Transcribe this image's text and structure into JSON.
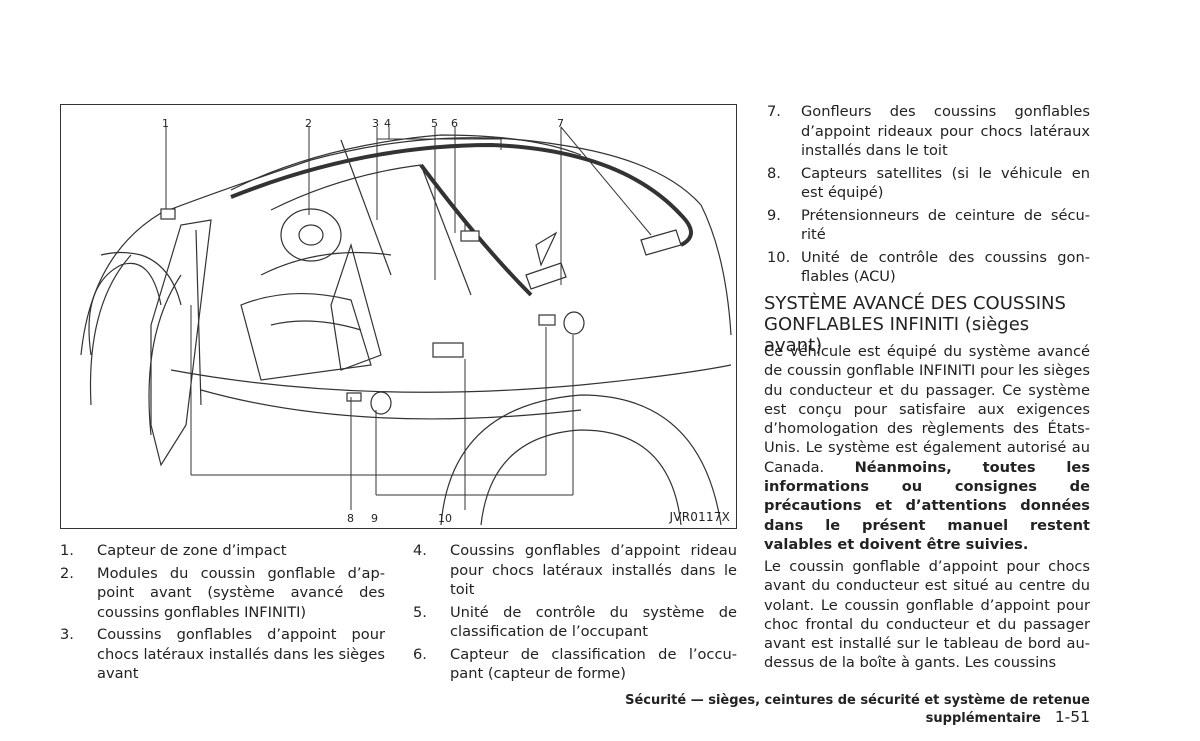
{
  "figure": {
    "code": "JVR0117X",
    "callouts": [
      "1",
      "2",
      "3",
      "4",
      "5",
      "6",
      "7",
      "8",
      "9",
      "10"
    ]
  },
  "list_left": [
    {
      "num": "1.",
      "text": "Capteur de zone d’impact"
    },
    {
      "num": "2.",
      "text": "Modules du coussin gonflable d’ap-point avant (système avancé des coussins gonflables INFINITI)"
    },
    {
      "num": "3.",
      "text": "Coussins gonflables d’appoint pour chocs latéraux installés dans les sièges avant"
    }
  ],
  "list_right": [
    {
      "num": "4.",
      "text": "Coussins gonflables d’appoint rideau pour chocs latéraux installés dans le toit"
    },
    {
      "num": "5.",
      "text": "Unité de contrôle du système de classification de l’occupant"
    },
    {
      "num": "6.",
      "text": "Capteur de classification de l’occu-pant (capteur de forme)"
    }
  ],
  "list_far": [
    {
      "num": "7.",
      "text": "Gonfleurs des coussins gonflables d’appoint rideaux pour chocs latéraux installés dans le toit"
    },
    {
      "num": "8.",
      "text": "Capteurs satellites (si le véhicule en est équipé)"
    },
    {
      "num": "9.",
      "text": "Prétensionneurs de ceinture de sécu-rité"
    },
    {
      "num": "10.",
      "text": "Unité de contrôle des coussins gon-flables (ACU)"
    }
  ],
  "section": {
    "title": "SYSTÈME AVANCÉ DES COUSSINS GONFLABLES INFINITI (sièges avant)",
    "para1_normal": "Ce véhicule est équipé du système avancé de coussin gonflable INFINITI pour les sièges du conducteur et du passager. Ce système est conçu pour satisfaire aux exigences d’homologation des règlements des États-Unis. Le système est également autorisé au Canada. ",
    "para1_bold": "Néanmoins, toutes les informations ou consignes de précautions et d’attentions données dans le présent manuel restent valables et doivent être suivies.",
    "para2": "Le coussin gonflable d’appoint pour chocs avant du conducteur est situé au centre du volant. Le coussin gonflable d’appoint pour choc frontal du conducteur et du passager avant est installé sur le tableau de bord au-dessus de la boîte à gants. Les coussins"
  },
  "footer": {
    "text": "Sécurité — sièges, ceintures de sécurité et système de retenue supplémentaire",
    "page": "1-51"
  }
}
